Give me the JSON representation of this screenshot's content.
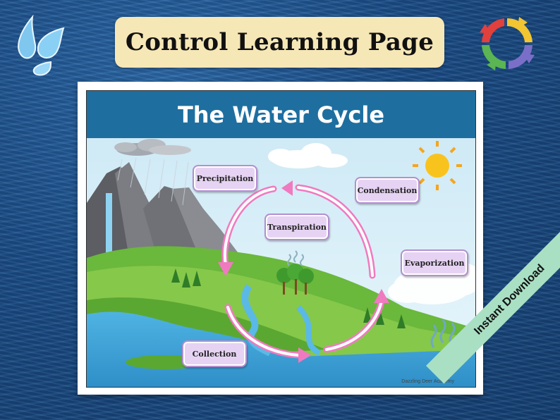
{
  "header": {
    "title": "Control Learning Page"
  },
  "worksheet": {
    "title": "The Water Cycle",
    "labels": {
      "precipitation": "Precipitation",
      "condensation": "Condensation",
      "transpiration": "Transpiration",
      "evaporization": "Evaporization",
      "collection": "Collection"
    },
    "credit": "Dazzling Deer Academy"
  },
  "ribbon": {
    "text": "Instant Download"
  },
  "icons": [
    "water-drops-icon",
    "recycle-cycle-icon",
    "sun-icon",
    "cloud-icon",
    "rain-icon",
    "cycle-arrows-icon"
  ],
  "colors": {
    "background": "#1d4f86",
    "title_pill": "#f6e7b6",
    "card_header": "#1e6fa0",
    "label_fill": "#e6d3f3",
    "arrow": "#f07ac0",
    "ribbon": "#a9e0c4"
  }
}
